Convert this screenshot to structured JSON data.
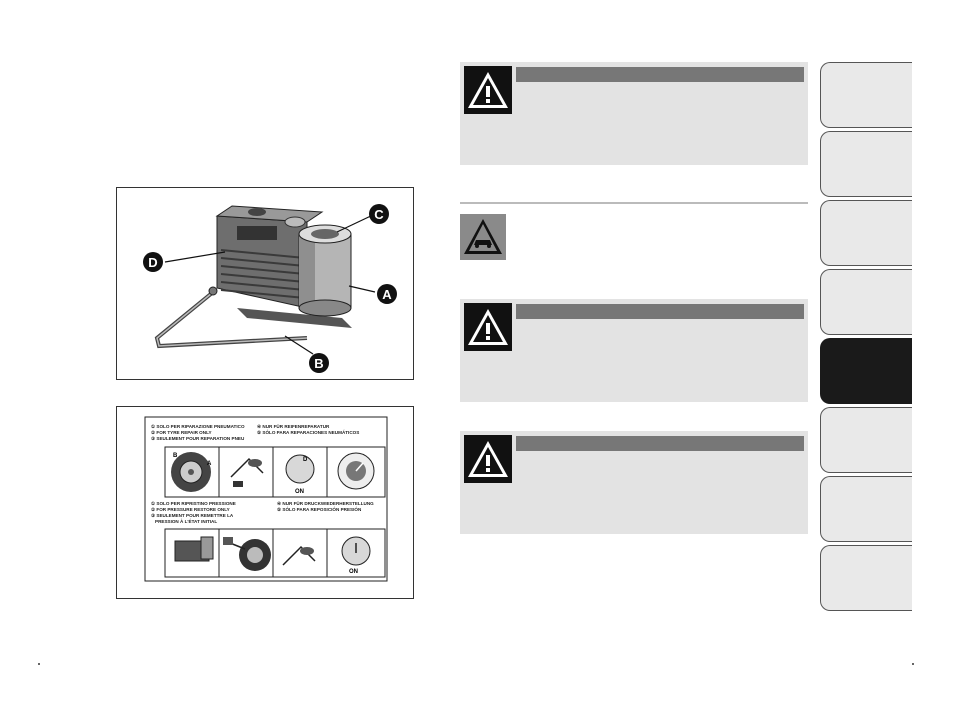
{
  "figure1": {
    "callouts": [
      {
        "letter": "A"
      },
      {
        "letter": "B"
      },
      {
        "letter": "C"
      },
      {
        "letter": "D"
      }
    ]
  },
  "figure2": {
    "sticker_lines_top_left": [
      "① SOLO PER RIPARAZIONE PNEUMATICO",
      "② FOR TYRE REPAIR ONLY",
      "③ SEULEMENT POUR REPARATION PNEU"
    ],
    "sticker_lines_top_right": [
      "④ NUR FÜR REIFENREPARATUR",
      "⑤ SÓLO PARA REPARACIONES NEUMÁTICOS"
    ],
    "sticker_lines_bottom_left": [
      "① SOLO PER RIPRISTINO PRESSIONE",
      "② FOR PRESSURE RESTORE ONLY",
      "③ SEULEMENT POUR REMETTRE LA",
      "PRESSION À L'ÉTAT INITIAL"
    ],
    "sticker_lines_bottom_right": [
      "④ NUR FÜR DRUCKWIEDERHERSTELLUNG",
      "⑤ SÓLO PARA REPOSICIÓN PRESIÓN"
    ],
    "on_label": "ON",
    "tyre_letters": [
      "B",
      "A"
    ],
    "gauge_letter": "D"
  },
  "warnings": [
    {
      "icon": "warning-triangle-icon"
    },
    {
      "icon": "warning-triangle-icon"
    },
    {
      "icon": "warning-triangle-icon"
    }
  ],
  "car_warning": {
    "icon": "car-warning-icon"
  },
  "tabs": [
    {
      "active": false
    },
    {
      "active": false
    },
    {
      "active": false
    },
    {
      "active": false
    },
    {
      "active": true
    },
    {
      "active": false
    },
    {
      "active": false
    },
    {
      "active": false
    }
  ]
}
